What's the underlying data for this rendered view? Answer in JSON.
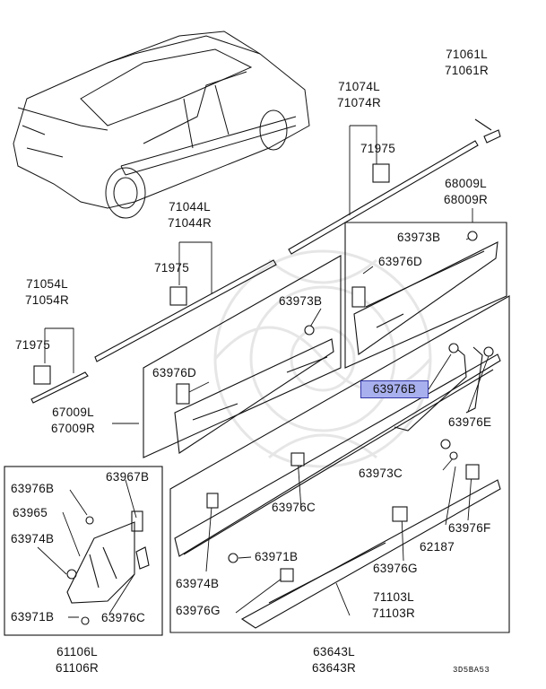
{
  "diagram": {
    "highlighted_part": "63976B",
    "labels": {
      "p71061": [
        "71061L",
        "71061R"
      ],
      "p71074": [
        "71074L",
        "71074R"
      ],
      "p68009": [
        "68009L",
        "68009R"
      ],
      "p71044": [
        "71044L",
        "71044R"
      ],
      "p71054": [
        "71054L",
        "71054R"
      ],
      "p67009": [
        "67009L",
        "67009R"
      ],
      "p61106": [
        "61106L",
        "61106R"
      ],
      "p63643": [
        "63643L",
        "63643R"
      ],
      "p71103": [
        "71103L",
        "71103R"
      ],
      "c71975_a": "71975",
      "c71975_b": "71975",
      "c71975_c": "71975",
      "p63973B_a": "63973B",
      "p63973B_b": "63973B",
      "p63976D_a": "63976D",
      "p63976D_b": "63976D",
      "p63976E": "63976E",
      "p63973C": "63973C",
      "p62187": "62187",
      "p63976F": "63976F",
      "p63976C_a": "63976C",
      "p63976C_b": "63976C",
      "p63976G": "63976G",
      "p63974B_a": "63974B",
      "p63974B_b": "63974B",
      "p63971B_a": "63971B",
      "p63971B_b": "63971B",
      "p63976G_b": "63976G",
      "p63976B_inset": "63976B",
      "p63967B": "63967B",
      "p63965": "63965"
    },
    "diagram_code": "3D5BA53"
  }
}
